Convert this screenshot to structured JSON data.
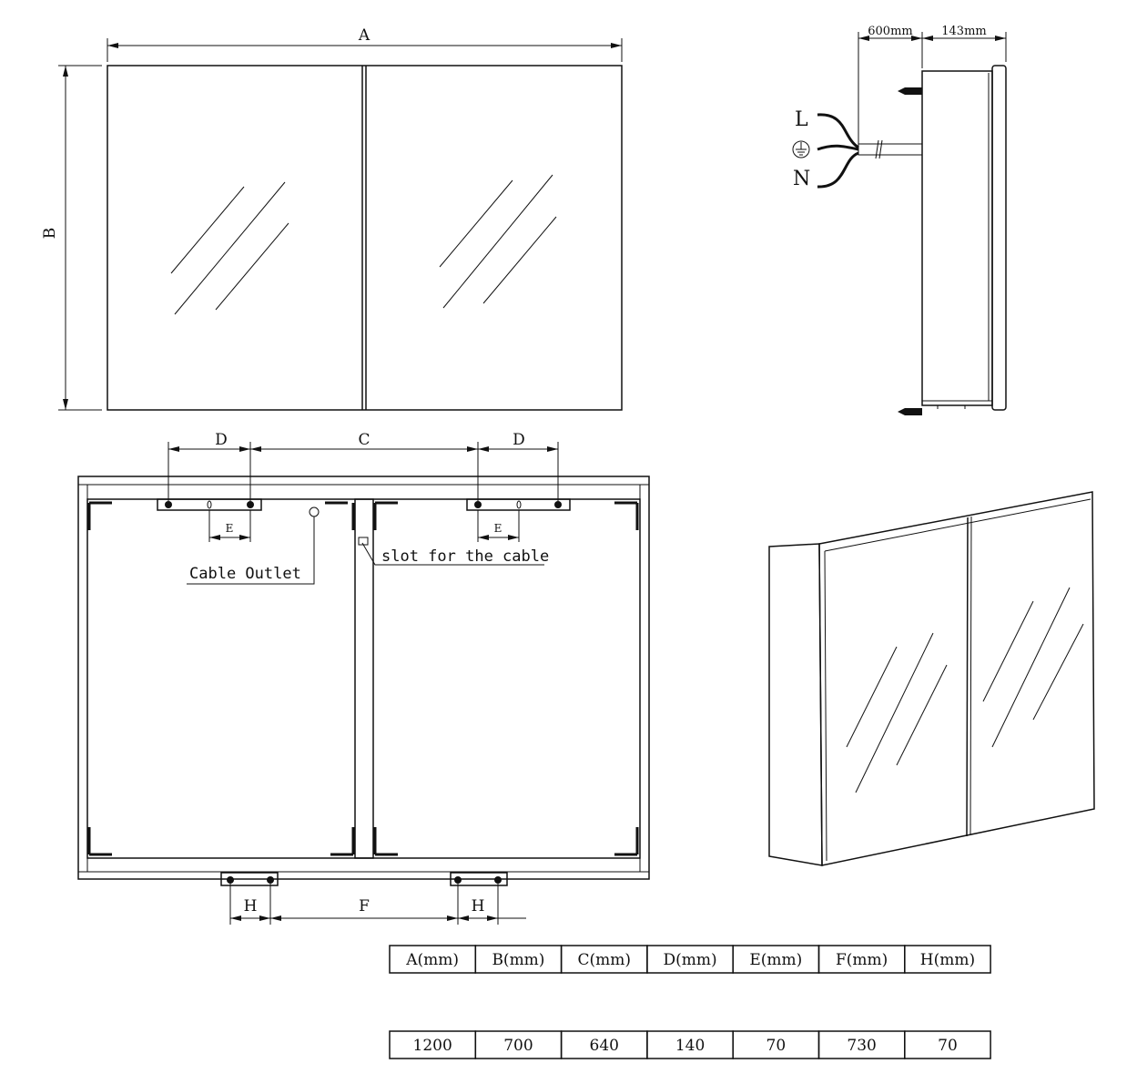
{
  "front_view": {
    "dim_width": "A",
    "dim_height": "B"
  },
  "side_view": {
    "cable_length": "600mm",
    "depth": "143mm",
    "wire_live": "L",
    "wire_neutral": "N",
    "ground_symbol": "ground-icon"
  },
  "back_view": {
    "dim_d_left": "D",
    "dim_c": "C",
    "dim_d_right": "D",
    "dim_e_left": "E",
    "dim_e_right": "E",
    "cable_outlet_label": "Cable Outlet",
    "slot_label": "slot for the cable",
    "dim_h_left": "H",
    "dim_f": "F",
    "dim_h_right": "H"
  },
  "table": {
    "headers": [
      "A(mm)",
      "B(mm)",
      "C(mm)",
      "D(mm)",
      "E(mm)",
      "F(mm)",
      "H(mm)"
    ],
    "values": [
      "1200",
      "700",
      "640",
      "140",
      "70",
      "730",
      "70"
    ]
  }
}
